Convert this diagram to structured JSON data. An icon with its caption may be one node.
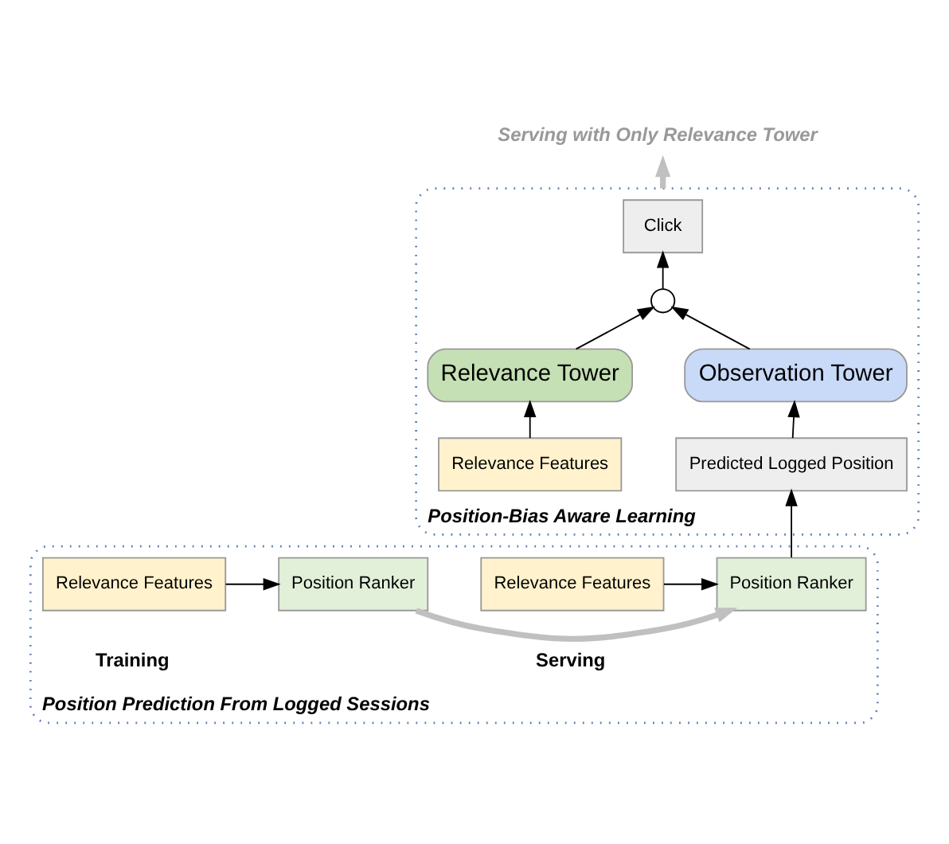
{
  "diagram": {
    "nodes": [
      {
        "text": [
          "Serving with Only Relevance Tower"
        ]
      },
      {
        "text": [
          "Position-Bias Aware Learning"
        ]
      },
      {
        "text": [
          "Click"
        ],
        "in": 1
      },
      {
        "text": [],
        "shape": "circle",
        "in": 1
      },
      {
        "text": [
          "Relevance Tower"
        ],
        "in": 1
      },
      {
        "text": [
          "Observation Tower"
        ],
        "in": 1
      },
      {
        "text": [
          "Relevance Features"
        ],
        "in": 1
      },
      {
        "text": [
          "Predicted Logged Position"
        ],
        "in": 1
      },
      {
        "text": [
          "Position Prediction From Logged Sessions"
        ]
      },
      {
        "text": [
          "Position Ranker"
        ],
        "in": 8
      },
      {
        "text": [
          "Relevance Features"
        ],
        "in": 8,
        "beside": [
          "Training"
        ]
      },
      {
        "text": [
          "Position Ranker"
        ],
        "in": 8
      },
      {
        "text": [
          "Relevance Features"
        ],
        "in": 8,
        "beside": [
          "Serving"
        ]
      }
    ],
    "edges": [
      {
        "from": 1,
        "to": 0,
        "arrow": "to",
        "style": "thick",
        "color": "#c0c0c0"
      },
      {
        "from": 3,
        "to": 2,
        "arrow": "to"
      },
      {
        "from": 4,
        "to": 3,
        "arrow": "to"
      },
      {
        "from": 5,
        "to": 3,
        "arrow": "to"
      },
      {
        "from": 6,
        "to": 4,
        "arrow": "to"
      },
      {
        "from": 7,
        "to": 5,
        "arrow": "to"
      },
      {
        "from": 11,
        "to": 7,
        "arrow": "to"
      },
      {
        "from": 10,
        "to": 9,
        "arrow": "to"
      },
      {
        "from": 12,
        "to": 11,
        "arrow": "to"
      },
      {
        "from": 9,
        "to": 11,
        "arrow": "to",
        "style": "thick",
        "color": "#c0c0c0"
      }
    ]
  }
}
